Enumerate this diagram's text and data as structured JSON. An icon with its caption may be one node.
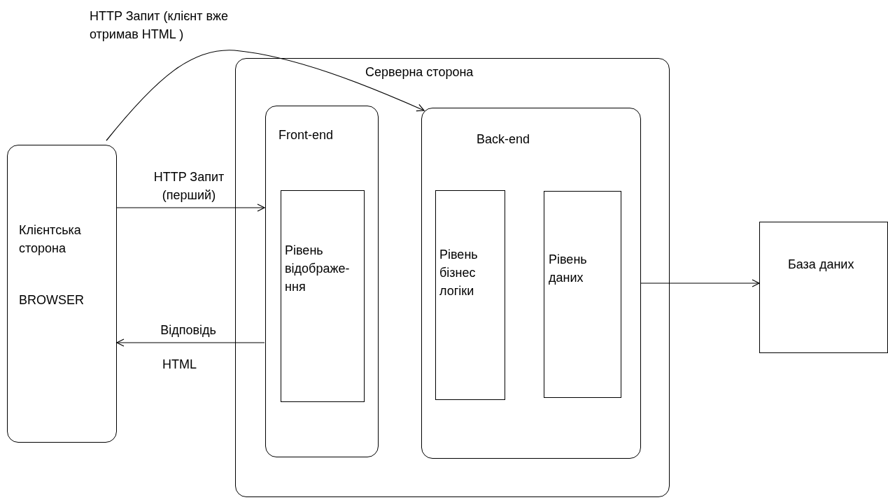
{
  "diagram": {
    "nodes": [
      {
        "text": [
          "Клієнтська сторона",
          "BROWSER"
        ]
      },
      {
        "text": [
          "Серверна сторона"
        ]
      },
      {
        "text": [
          "Front-end"
        ],
        "in": 1
      },
      {
        "text": [
          "Рівень відображе- ння"
        ],
        "in": 2
      },
      {
        "text": [
          "Back-end"
        ],
        "in": 1
      },
      {
        "text": [
          "Рівень бізнес логіки"
        ],
        "in": 4
      },
      {
        "text": [
          "Рівень даних"
        ],
        "in": 4
      },
      {
        "text": [
          "База даних"
        ]
      }
    ],
    "edges": [
      {
        "from": 0,
        "to": 4,
        "arrow": "to",
        "label": "HTTP Запит (клієнт вже отримав HTML )"
      },
      {
        "from": 0,
        "to": 2,
        "arrow": "to",
        "label": "HTTP Запит (перший)"
      },
      {
        "from": 2,
        "to": 0,
        "arrow": "to",
        "label": "Відповідь"
      },
      {
        "from": 4,
        "to": 7,
        "arrow": "to"
      }
    ],
    "labels": [
      "HTML"
    ]
  }
}
